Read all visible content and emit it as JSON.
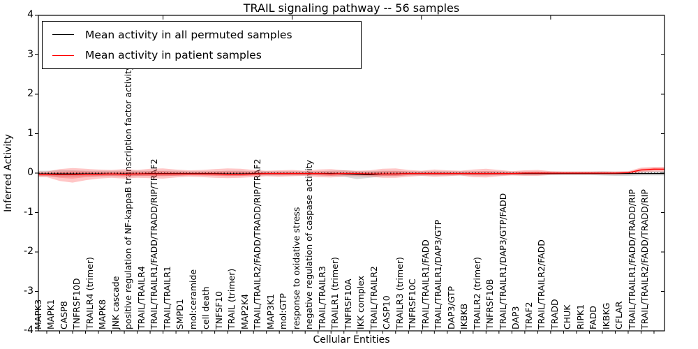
{
  "title": "TRAIL signaling pathway -- 56 samples",
  "axes": {
    "x_label": "Cellular Entities",
    "y_label": "Inferred Activity",
    "y_ticks": [
      "4",
      "3",
      "2",
      "1",
      "0",
      "-1",
      "-2",
      "-3",
      "-4"
    ]
  },
  "legend": {
    "items": [
      {
        "label": "Mean activity in all permuted samples",
        "color": "#000000"
      },
      {
        "label": "Mean activity in patient samples",
        "color": "#ff0000"
      }
    ]
  },
  "chart_data": {
    "type": "line",
    "title": "TRAIL signaling pathway -- 56 samples",
    "xlabel": "Cellular Entities",
    "ylabel": "Inferred Activity",
    "ylim": [
      -4,
      4
    ],
    "grid": false,
    "zero_line": "dotted",
    "legend_position": "upper left",
    "categories": [
      "MAPK3",
      "MAPK1",
      "CASP8",
      "TNFRSF10D",
      "TRAILR4 (trimer)",
      "MAPK8",
      "JNK cascade",
      "positive regulation of NF-kappaB transcription factor activity",
      "TRAIL/TRAILR4",
      "TRAIL/TRAILR1/FADD/TRADD/RIP/TRAF2",
      "TRAIL/TRAILR1",
      "SMPD1",
      "mol:ceramide",
      "cell death",
      "TNFSF10",
      "TRAIL (trimer)",
      "MAP2K4",
      "TRAIL/TRAILR2/FADD/TRADD/RIP/TRAF2",
      "MAP3K1",
      "mol:GTP",
      "response to oxidative stress",
      "negative regulation of caspase activity",
      "TRAIL/TRAILR3",
      "TRAILR1 (trimer)",
      "TNFRSF10A",
      "IKK complex",
      "TRAIL/TRAILR2",
      "CASP10",
      "TRAILR3 (trimer)",
      "TNFRSF10C",
      "TRAIL/TRAILR1/FADD",
      "TRAIL/TRAILR1/DAP3/GTP",
      "DAP3/GTP",
      "IKBKB",
      "TRAILR2 (trimer)",
      "TNFRSF10B",
      "TRAIL/TRAILR1/DAP3/GTP/FADD",
      "DAP3",
      "TRAF2",
      "TRAIL/TRAILR2/FADD",
      "TRADD",
      "CHUK",
      "RIPK1",
      "FADD",
      "IKBKG",
      "CFLAR",
      "TRAIL/TRAILR1/FADD/TRADD/RIP",
      "TRAIL/TRAILR2/FADD/TRADD/RIP"
    ],
    "series": [
      {
        "name": "Mean activity in all permuted samples",
        "color": "#000000",
        "values": [
          -0.02,
          -0.02,
          -0.02,
          -0.02,
          -0.02,
          -0.02,
          -0.02,
          -0.02,
          -0.01,
          -0.01,
          -0.01,
          -0.01,
          -0.01,
          -0.01,
          -0.02,
          -0.02,
          -0.01,
          -0.01,
          -0.01,
          -0.01,
          -0.01,
          -0.01,
          -0.01,
          -0.02,
          -0.03,
          -0.04,
          -0.02,
          -0.02,
          -0.01,
          -0.01,
          -0.01,
          -0.01,
          -0.01,
          -0.01,
          -0.01,
          -0.01,
          -0.01,
          -0.01,
          -0.01,
          -0.01,
          -0.01,
          -0.01,
          -0.01,
          -0.01,
          -0.01,
          -0.01,
          -0.01,
          -0.01
        ]
      },
      {
        "name": "Mean activity in patient samples",
        "color": "#ff0000",
        "values": [
          -0.03,
          -0.04,
          -0.04,
          -0.03,
          -0.03,
          -0.02,
          -0.03,
          -0.02,
          -0.02,
          -0.02,
          -0.02,
          -0.02,
          -0.02,
          -0.02,
          -0.03,
          -0.03,
          -0.02,
          -0.01,
          -0.01,
          -0.01,
          -0.01,
          -0.01,
          -0.02,
          -0.01,
          -0.01,
          -0.02,
          -0.02,
          -0.02,
          -0.01,
          -0.01,
          -0.01,
          -0.01,
          -0.01,
          -0.01,
          -0.01,
          -0.01,
          -0.01,
          0,
          0,
          0,
          0,
          0,
          0,
          0,
          0,
          0.01,
          0.08,
          0.1
        ]
      }
    ],
    "bands": [
      {
        "name": "permuted samples range",
        "color": "#aaaaaa",
        "opacity": 0.45,
        "upper": [
          0.06,
          0.07,
          0.07,
          0.06,
          0.06,
          0.06,
          0.06,
          0.06,
          0.06,
          0.06,
          0.06,
          0.05,
          0.05,
          0.05,
          0.06,
          0.06,
          0.05,
          0.05,
          0.05,
          0.05,
          0.05,
          0.05,
          0.06,
          0.07,
          0.05,
          0.05,
          0.06,
          0.06,
          0.05,
          0.05,
          0.05,
          0.05,
          0.05,
          0.05,
          0.05,
          0.05,
          0.04,
          0.04,
          0.04,
          0.04,
          0.04,
          0.04,
          0.04,
          0.05,
          0.04,
          0.04,
          0.05,
          0.05
        ],
        "lower": [
          -0.08,
          -0.09,
          -0.09,
          -0.08,
          -0.08,
          -0.08,
          -0.08,
          -0.08,
          -0.07,
          -0.07,
          -0.07,
          -0.06,
          -0.06,
          -0.06,
          -0.07,
          -0.07,
          -0.06,
          -0.06,
          -0.06,
          -0.06,
          -0.06,
          -0.06,
          -0.07,
          -0.09,
          -0.15,
          -0.12,
          -0.08,
          -0.08,
          -0.06,
          -0.06,
          -0.06,
          -0.06,
          -0.06,
          -0.06,
          -0.06,
          -0.06,
          -0.05,
          -0.05,
          -0.05,
          -0.05,
          -0.05,
          -0.05,
          -0.05,
          -0.06,
          -0.07,
          -0.07,
          -0.06,
          -0.06
        ]
      },
      {
        "name": "patient samples range",
        "color": "#ff3333",
        "opacity": 0.28,
        "upper": [
          0.04,
          0.1,
          0.13,
          0.11,
          0.09,
          0.08,
          0.1,
          0.08,
          0.11,
          0.12,
          0.09,
          0.07,
          0.08,
          0.1,
          0.12,
          0.11,
          0.08,
          0.06,
          0.07,
          0.08,
          0.06,
          0.09,
          0.1,
          0.07,
          0.06,
          0.07,
          0.11,
          0.12,
          0.08,
          0.06,
          0.09,
          0.07,
          0.06,
          0.09,
          0.11,
          0.08,
          0.05,
          0.07,
          0.08,
          0.05,
          0.04,
          0.04,
          0.04,
          0.04,
          0.04,
          0.05,
          0.14,
          0.16
        ],
        "lower": [
          -0.1,
          -0.2,
          -0.24,
          -0.18,
          -0.14,
          -0.12,
          -0.14,
          -0.12,
          -0.13,
          -0.14,
          -0.11,
          -0.09,
          -0.1,
          -0.12,
          -0.13,
          -0.12,
          -0.1,
          -0.08,
          -0.09,
          -0.08,
          -0.07,
          -0.1,
          -0.11,
          -0.08,
          -0.08,
          -0.09,
          -0.12,
          -0.12,
          -0.09,
          -0.07,
          -0.09,
          -0.08,
          -0.06,
          -0.1,
          -0.11,
          -0.08,
          -0.06,
          -0.07,
          -0.07,
          -0.05,
          -0.04,
          -0.04,
          -0.04,
          -0.04,
          -0.04,
          -0.03,
          0.02,
          0.04
        ]
      }
    ]
  }
}
